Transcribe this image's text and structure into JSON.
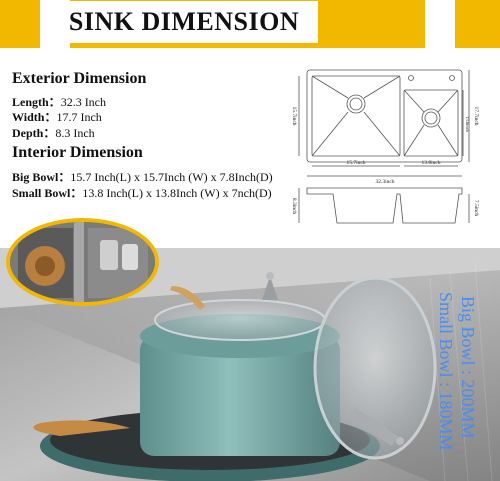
{
  "banner": {
    "title": "SINK DIMENSION"
  },
  "exterior": {
    "heading": "Exterior Dimension",
    "rows": [
      {
        "label": "Length：",
        "value": "32.3 Inch"
      },
      {
        "label": "Width：",
        "value": "17.7 Inch"
      },
      {
        "label": "Depth：",
        "value": "8.3 Inch"
      }
    ]
  },
  "interior": {
    "heading": "Interior Dimension",
    "big_label": "Big  Bowl：",
    "big_value": "15.7 Inch(L) x 15.7Inch (W) x 7.8Inch(D)",
    "small_label": "Small Bowl：",
    "small_value": "13.8 Inch(L) x 13.8Inch (W) x 7nch(D)"
  },
  "diagram": {
    "left_height": "15.7inch",
    "right_height_1": "17.7inch",
    "right_height_2": "13.8inch",
    "big_width": "15.7inch",
    "small_width": "13.8inch",
    "total_width": "32.3inch",
    "side_left_depth": "8.3inch",
    "side_right_depth": "7.5inch"
  },
  "photo": {
    "big_bowl_label": "Big Bowl : 200MM",
    "small_bowl_label": "Small Bowl : 180MM"
  },
  "colors": {
    "accent": "#f2b800",
    "dimension_label": "#4a8cf0",
    "cookware": "#6fa3a0"
  }
}
